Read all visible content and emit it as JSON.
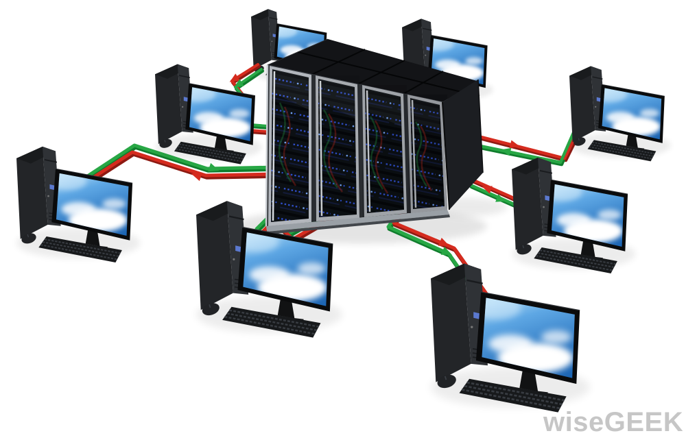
{
  "scene": {
    "description": "3D rendered illustration of a client-server computer network: eight desktop workstations (tower, monitor with blue-sky wallpaper, keyboard, mouse) arranged around a central four-cabinet server rack cluster on a white floor, connected by paired green and red ribbon lines with arrowheads showing bidirectional data flow.",
    "type": "network-illustration"
  },
  "watermark": {
    "text": "wiseGEEK"
  },
  "colors": {
    "background": "#ffffff",
    "link_green": "#28a745",
    "link_green_dark": "#0f7d2c",
    "link_red": "#d52b1e",
    "link_red_dark": "#8e1a12",
    "tower_body": "#232528",
    "monitor_bezel": "#0a0b0c",
    "sky_light": "#bce3f9",
    "sky_mid": "#5ea7e4",
    "sky_deep": "#1d66b4",
    "rack_top": "#131417",
    "rack_side": "#1c1e22",
    "rack_frame_silver": "#b2b6bc",
    "led_blue": "#3050d0",
    "watermark_gray": "#c6c6c6"
  },
  "server_rack": {
    "id": "server-rack-cluster",
    "cabinets_front": 4,
    "cabinet_rows": 2,
    "door_style": "glass doors with silver frames and blue LED server equipment"
  },
  "workstations": [
    {
      "id": "top-left",
      "parts": [
        "tower",
        "monitor"
      ]
    },
    {
      "id": "top-right",
      "parts": [
        "tower",
        "monitor"
      ]
    },
    {
      "id": "left-upper",
      "parts": [
        "tower",
        "monitor",
        "keyboard",
        "mouse"
      ]
    },
    {
      "id": "left-lower",
      "parts": [
        "tower",
        "monitor",
        "keyboard",
        "mouse"
      ]
    },
    {
      "id": "right-upper",
      "parts": [
        "tower",
        "monitor",
        "keyboard",
        "mouse"
      ]
    },
    {
      "id": "right-mid",
      "parts": [
        "tower",
        "monitor",
        "keyboard",
        "mouse"
      ]
    },
    {
      "id": "bottom-middle",
      "parts": [
        "tower",
        "monitor",
        "keyboard",
        "mouse"
      ]
    },
    {
      "id": "bottom-right",
      "parts": [
        "tower",
        "monitor",
        "keyboard",
        "mouse"
      ]
    }
  ],
  "links": [
    {
      "from": "top-left",
      "to": "server-rack",
      "pair": [
        "red",
        "green"
      ],
      "arrows": "both colors point toward bend"
    },
    {
      "from": "left-lower",
      "to": "server-rack",
      "pair": [
        "green",
        "red"
      ],
      "arrows": "green toward rack, red toward workstation"
    },
    {
      "from": "right-upper",
      "to": "server-rack",
      "pair": [
        "red",
        "green"
      ],
      "arrows": "green toward rack, red toward workstation"
    },
    {
      "from": "right-mid",
      "to": "server-rack",
      "pair": [
        "red",
        "green"
      ],
      "arrows": "red toward rack, green toward workstation"
    },
    {
      "from": "bottom-middle",
      "to": "server-rack",
      "pair": [
        "green",
        "red"
      ],
      "arrows": "red toward rack, green toward workstation"
    },
    {
      "from": "bottom-right",
      "to": "server-rack",
      "pair": [
        "green",
        "red"
      ],
      "arrows": "both colors point toward workstation"
    }
  ]
}
